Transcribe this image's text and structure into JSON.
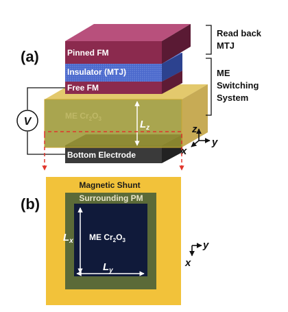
{
  "panel_a": {
    "panel_label": "(a)",
    "layers": {
      "pinned_fm": "Pinned FM",
      "insulator": "Insulator (MTJ)",
      "free_fm": "Free FM",
      "me_layer": "ME Cr",
      "me_sub": "2",
      "me_o": "O",
      "me_sub2": "3",
      "bottom_electrode": "Bottom Electrode"
    },
    "voltage_symbol": "V",
    "dimension": {
      "symbol": "L",
      "sub": "z"
    },
    "axes": {
      "z": "z",
      "x": "x",
      "y": "y"
    },
    "brackets": {
      "read_back_line1": "Read back",
      "read_back_line2": "MTJ",
      "me_line1": "ME",
      "me_line2": "Switching",
      "me_line3": "System"
    }
  },
  "panel_b": {
    "panel_label": "(b)",
    "shunt_label": "Magnetic Shunt",
    "pm_label": "Surrounding PM",
    "center_label": "ME Cr",
    "center_sub": "2",
    "center_o": "O",
    "center_sub2": "3",
    "dim_x": {
      "symbol": "L",
      "sub": "x"
    },
    "dim_y": {
      "symbol": "L",
      "sub": "y"
    },
    "axes": {
      "y": "y",
      "x": "x"
    }
  },
  "colors": {
    "pinned_fm": "#8b2a4e",
    "insulator": "#3f5fc4",
    "free_fm": "#8b2a4e",
    "me_layer": "#8f8e2c",
    "shunt": "#f2c23a",
    "surrounding_pm": "#5b6a38",
    "me_core": "#101a3a",
    "electrode": "#333333",
    "dash": "#e0352b"
  }
}
